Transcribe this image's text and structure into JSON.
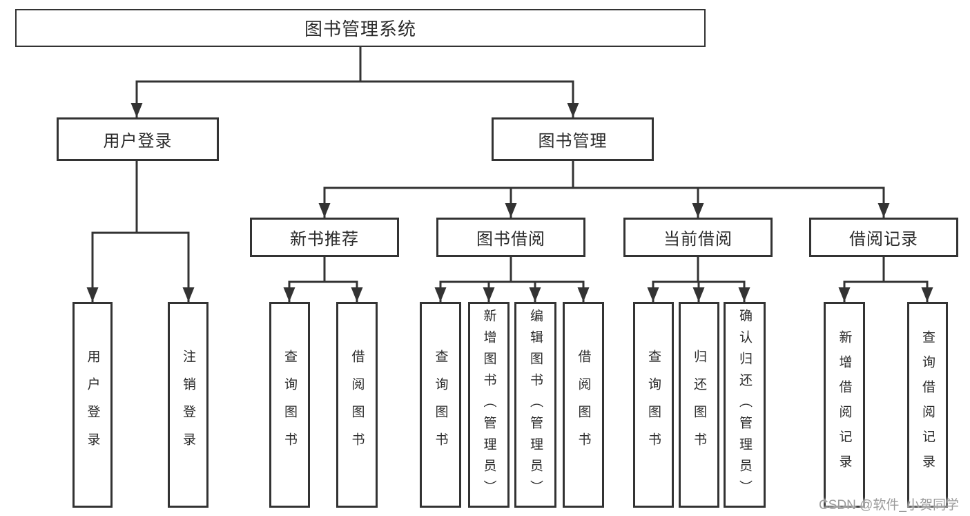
{
  "tree": {
    "root": "图书管理系统",
    "level2": [
      "用户登录",
      "图书管理"
    ],
    "level3": [
      "新书推荐",
      "图书借阅",
      "当前借阅",
      "借阅记录"
    ],
    "leaves": {
      "user_login": [
        "用户登录",
        "注销登录"
      ],
      "new_books": [
        "查询图书",
        "借阅图书"
      ],
      "book_borrow": [
        "查询图书",
        "新增图书（管理员）",
        "编辑图书（管理员）",
        "借阅图书"
      ],
      "current_borrow": [
        "查询图书",
        "归还图书",
        "确认归还（管理员）"
      ],
      "borrow_records": [
        "新增借阅记录",
        "查询借阅记录"
      ]
    }
  },
  "watermark": "CSDN @软件_小贺同学",
  "colors": {
    "line": "#333333",
    "text": "#2b2b2b",
    "watermark": "#9b9b9b",
    "background": "#ffffff"
  }
}
